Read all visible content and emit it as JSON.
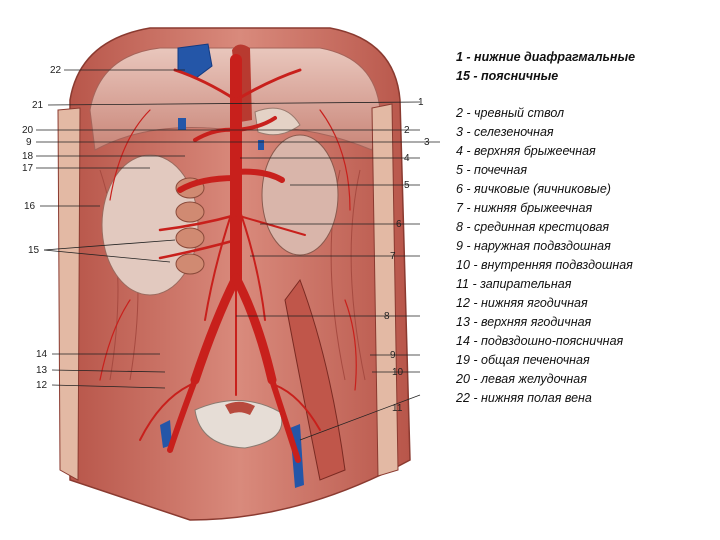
{
  "legend": {
    "heading": [
      "1 - нижние диафрагмальные",
      "15 - поясничные"
    ],
    "items": [
      " 2 - чревный ствол",
      "3 - селезеночная",
      "4 - верхняя брыжеечная",
      " 5 - почечная",
      "6 - яичковые (яичниковые)",
      "7 - нижняя брыжеечная",
      "8 - срединная крестцовая",
      " 9 - наружная подвздошная",
      " 10 - внутренняя подвздошная",
      " 11 - запирательная",
      "12 - нижняя ягодичная",
      "13 - верхняя ягодичная",
      "14 - подвздошно-поясничная",
      "19 - общая печеночная",
      "20 - левая желудочная",
      "22 - нижняя полая вена"
    ]
  },
  "callouts": {
    "left": [
      "22",
      "21",
      "20",
      "9",
      "18",
      "17",
      "16",
      "15",
      "14",
      "13",
      "12"
    ],
    "right": [
      "1",
      "2",
      "3",
      "4",
      "5",
      "6",
      "7",
      "8",
      "9",
      "10",
      "11"
    ]
  },
  "colors": {
    "artery": "#c8201c",
    "vein": "#2456a8",
    "muscle": "#c9695a",
    "tissue": "#e8c4b4",
    "bone": "#eee6dc"
  }
}
